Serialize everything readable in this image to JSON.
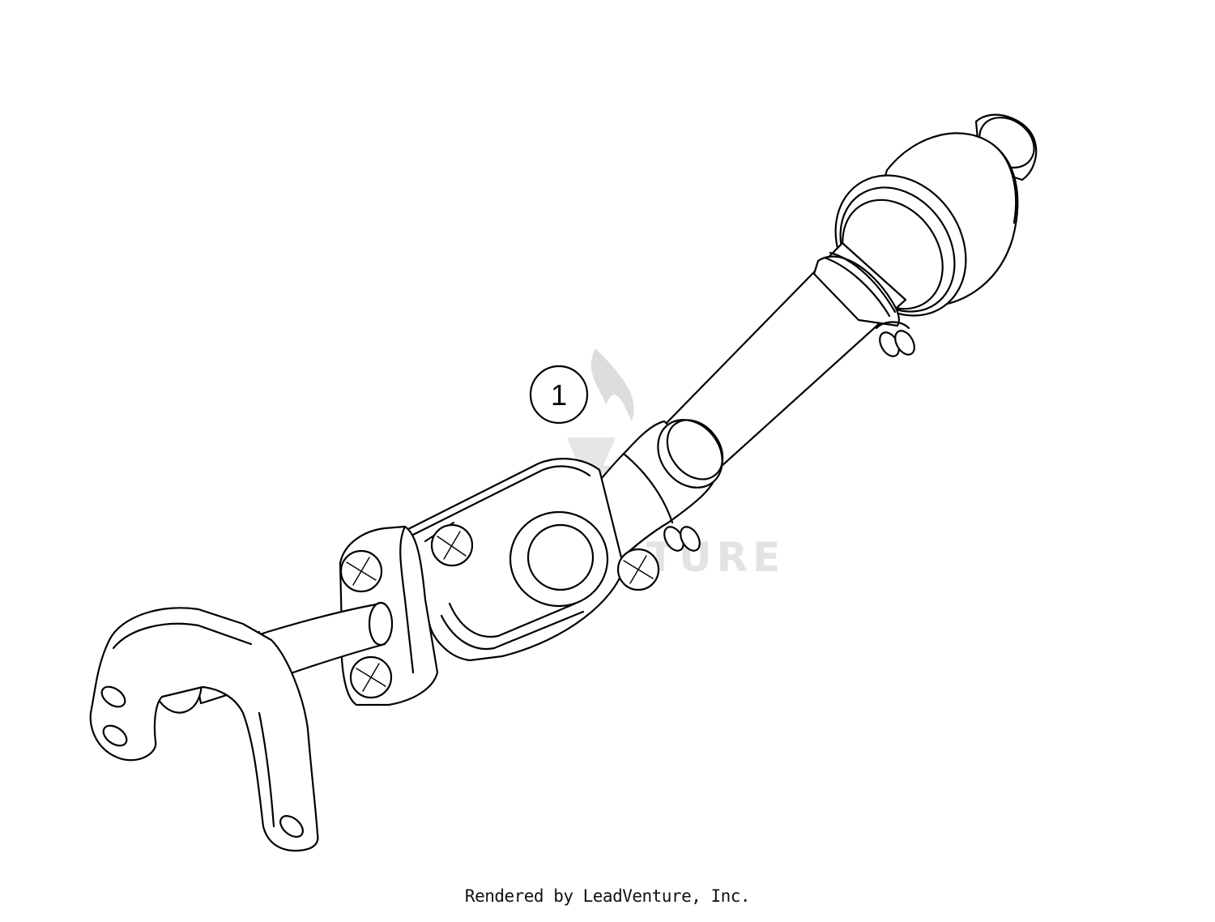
{
  "diagram": {
    "callouts": [
      {
        "label": "1"
      }
    ],
    "watermark": {
      "text": "LEADVENTURE"
    },
    "credit": "Rendered by LeadVenture, Inc."
  }
}
